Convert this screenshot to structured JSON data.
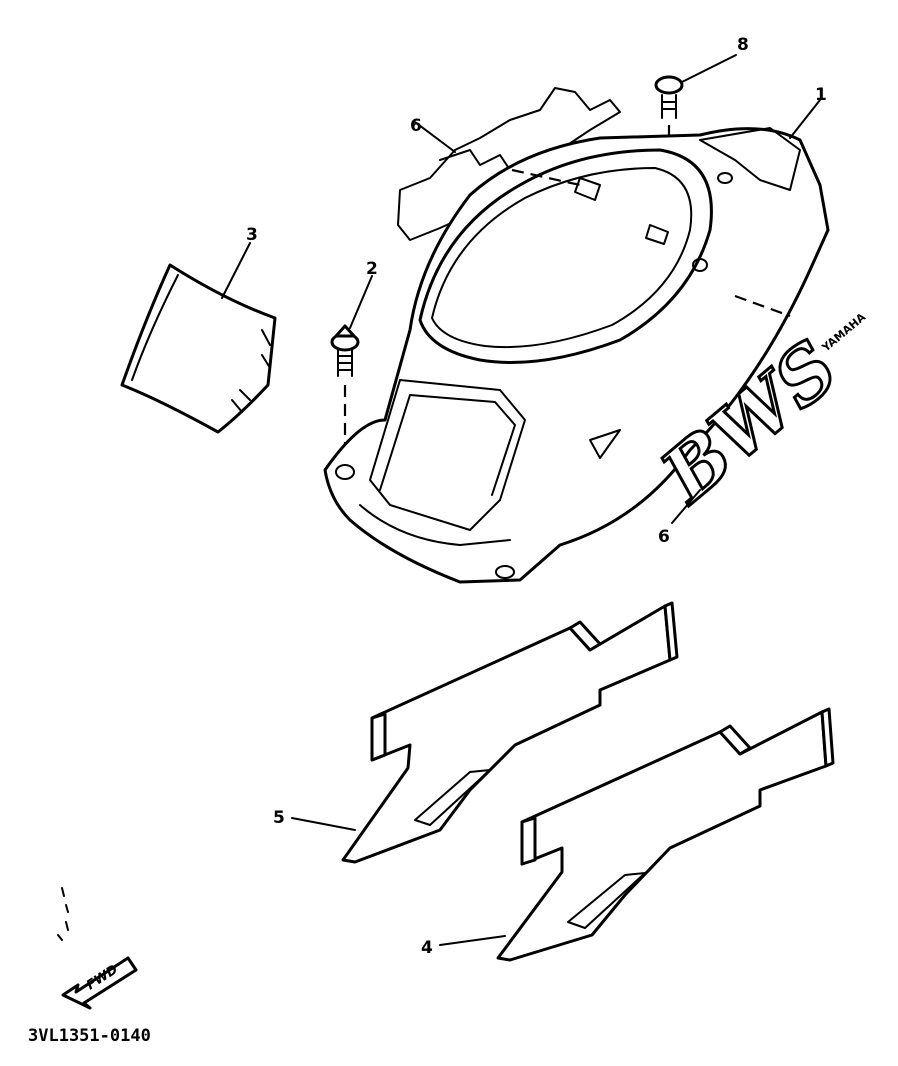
{
  "diagram": {
    "callouts": [
      {
        "id": "callout-1",
        "label": "1"
      },
      {
        "id": "callout-2",
        "label": "2"
      },
      {
        "id": "callout-3",
        "label": "3"
      },
      {
        "id": "callout-4",
        "label": "4"
      },
      {
        "id": "callout-5",
        "label": "5"
      },
      {
        "id": "callout-6a",
        "label": "6"
      },
      {
        "id": "callout-6b",
        "label": "6"
      },
      {
        "id": "callout-8",
        "label": "8"
      }
    ],
    "brand_emblem": "BWS",
    "brand_tag": "YAMAHA",
    "direction_arrow": "FWD",
    "part_code": "3VL1351-0140"
  }
}
